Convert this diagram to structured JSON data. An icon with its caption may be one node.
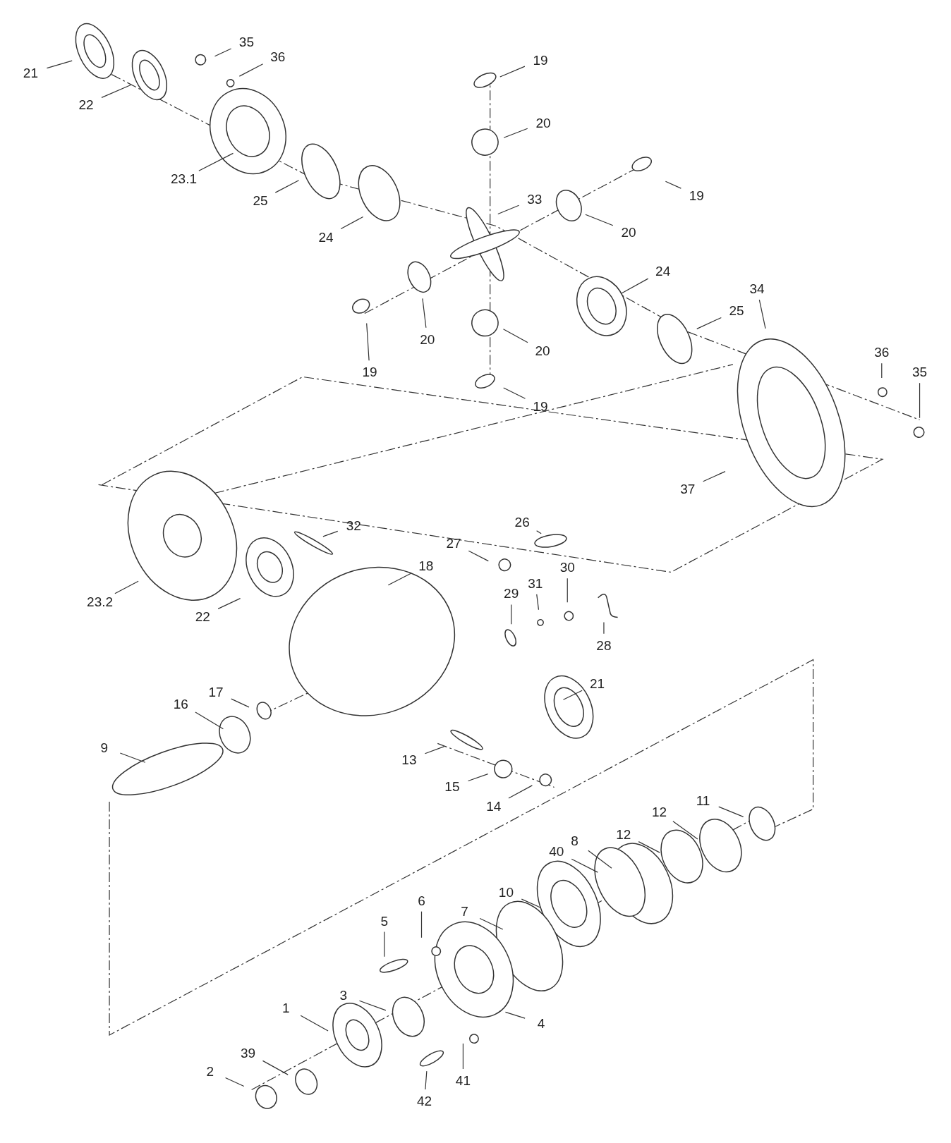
{
  "diagram": {
    "nodes": [
      {
        "text": [
          "21"
        ]
      },
      {
        "text": [
          "22"
        ]
      },
      {
        "text": [
          "35"
        ]
      },
      {
        "text": [
          "36"
        ]
      },
      {
        "text": [
          "23.1"
        ]
      },
      {
        "text": [
          "25"
        ]
      },
      {
        "text": [
          "19"
        ]
      },
      {
        "text": [
          "20"
        ]
      },
      {
        "text": [
          "19"
        ]
      },
      {
        "text": [
          "33"
        ]
      },
      {
        "text": [
          "20"
        ]
      },
      {
        "text": [
          "24"
        ]
      },
      {
        "text": [
          "24"
        ]
      },
      {
        "text": [
          "34"
        ]
      },
      {
        "text": [
          "25"
        ]
      },
      {
        "text": [
          "20"
        ]
      },
      {
        "text": [
          "19"
        ]
      },
      {
        "text": [
          "20"
        ]
      },
      {
        "text": [
          "36"
        ]
      },
      {
        "text": [
          "35"
        ]
      },
      {
        "text": [
          "19"
        ]
      },
      {
        "text": [
          "37"
        ]
      },
      {
        "text": [
          "32"
        ]
      },
      {
        "text": [
          "26"
        ]
      },
      {
        "text": [
          "27"
        ]
      },
      {
        "text": [
          "23.2"
        ]
      },
      {
        "text": [
          "18"
        ]
      },
      {
        "text": [
          "30"
        ]
      },
      {
        "text": [
          "31"
        ]
      },
      {
        "text": [
          "29"
        ]
      },
      {
        "text": [
          "28"
        ]
      },
      {
        "text": [
          "22"
        ]
      },
      {
        "text": [
          "21"
        ]
      },
      {
        "text": [
          "17"
        ]
      },
      {
        "text": [
          "16"
        ]
      },
      {
        "text": [
          "9"
        ]
      },
      {
        "text": [
          "13"
        ]
      },
      {
        "text": [
          "15"
        ]
      },
      {
        "text": [
          "14"
        ]
      },
      {
        "text": [
          "12"
        ]
      },
      {
        "text": [
          "11"
        ]
      },
      {
        "text": [
          "12"
        ]
      },
      {
        "text": [
          "8"
        ]
      },
      {
        "text": [
          "40"
        ]
      },
      {
        "text": [
          "10"
        ]
      },
      {
        "text": [
          "6"
        ]
      },
      {
        "text": [
          "5"
        ]
      },
      {
        "text": [
          "7"
        ]
      },
      {
        "text": [
          "3"
        ]
      },
      {
        "text": [
          "1"
        ]
      },
      {
        "text": [
          "4"
        ]
      },
      {
        "text": [
          "39"
        ]
      },
      {
        "text": [
          "2"
        ]
      },
      {
        "text": [
          "42"
        ]
      },
      {
        "text": [
          "41"
        ]
      }
    ],
    "edges": [
      {
        "from": 0,
        "to": null,
        "arrow": "none"
      },
      {
        "from": 1,
        "to": null,
        "arrow": "none"
      },
      {
        "from": 2,
        "to": null,
        "arrow": "none"
      },
      {
        "from": 3,
        "to": null,
        "arrow": "none"
      },
      {
        "from": 4,
        "to": null,
        "arrow": "none"
      },
      {
        "from": 5,
        "to": null,
        "arrow": "none"
      },
      {
        "from": 6,
        "to": null,
        "arrow": "none"
      },
      {
        "from": 7,
        "to": null,
        "arrow": "none"
      },
      {
        "from": 8,
        "to": null,
        "arrow": "none"
      },
      {
        "from": 9,
        "to": null,
        "arrow": "none"
      },
      {
        "from": 10,
        "to": null,
        "arrow": "none"
      },
      {
        "from": 11,
        "to": null,
        "arrow": "none"
      },
      {
        "from": 12,
        "to": null,
        "arrow": "none"
      },
      {
        "from": 13,
        "to": null,
        "arrow": "none"
      },
      {
        "from": 14,
        "to": null,
        "arrow": "none"
      },
      {
        "from": 15,
        "to": null,
        "arrow": "none"
      },
      {
        "from": 16,
        "to": null,
        "arrow": "none"
      },
      {
        "from": 17,
        "to": null,
        "arrow": "none"
      },
      {
        "from": 18,
        "to": null,
        "arrow": "none"
      },
      {
        "from": 19,
        "to": null,
        "arrow": "none"
      },
      {
        "from": 20,
        "to": null,
        "arrow": "none"
      },
      {
        "from": 21,
        "to": null,
        "arrow": "none"
      },
      {
        "from": 22,
        "to": null,
        "arrow": "none"
      },
      {
        "from": 23,
        "to": null,
        "arrow": "none"
      },
      {
        "from": 24,
        "to": null,
        "arrow": "none"
      },
      {
        "from": 25,
        "to": null,
        "arrow": "none"
      },
      {
        "from": 26,
        "to": null,
        "arrow": "none"
      },
      {
        "from": 27,
        "to": null,
        "arrow": "none"
      },
      {
        "from": 28,
        "to": null,
        "arrow": "none"
      },
      {
        "from": 29,
        "to": null,
        "arrow": "none"
      },
      {
        "from": 30,
        "to": null,
        "arrow": "none"
      },
      {
        "from": 31,
        "to": null,
        "arrow": "none"
      },
      {
        "from": 32,
        "to": null,
        "arrow": "none"
      },
      {
        "from": 33,
        "to": null,
        "arrow": "none"
      },
      {
        "from": 34,
        "to": null,
        "arrow": "none"
      },
      {
        "from": 35,
        "to": null,
        "arrow": "none"
      },
      {
        "from": 36,
        "to": null,
        "arrow": "none"
      },
      {
        "from": 37,
        "to": null,
        "arrow": "none"
      },
      {
        "from": 38,
        "to": null,
        "arrow": "none"
      },
      {
        "from": 39,
        "to": null,
        "arrow": "none"
      },
      {
        "from": 40,
        "to": null,
        "arrow": "none"
      },
      {
        "from": 41,
        "to": null,
        "arrow": "none"
      },
      {
        "from": 42,
        "to": null,
        "arrow": "none"
      },
      {
        "from": 43,
        "to": null,
        "arrow": "none"
      },
      {
        "from": 44,
        "to": null,
        "arrow": "none"
      },
      {
        "from": 45,
        "to": null,
        "arrow": "none"
      },
      {
        "from": 46,
        "to": null,
        "arrow": "none"
      },
      {
        "from": 47,
        "to": null,
        "arrow": "none"
      },
      {
        "from": 48,
        "to": null,
        "arrow": "none"
      },
      {
        "from": 49,
        "to": null,
        "arrow": "none"
      },
      {
        "from": 50,
        "to": null,
        "arrow": "none"
      },
      {
        "from": 51,
        "to": null,
        "arrow": "none"
      },
      {
        "from": 52,
        "to": null,
        "arrow": "none"
      },
      {
        "from": 53,
        "to": null,
        "arrow": "none"
      },
      {
        "from": 54,
        "to": null,
        "arrow": "none"
      }
    ]
  }
}
